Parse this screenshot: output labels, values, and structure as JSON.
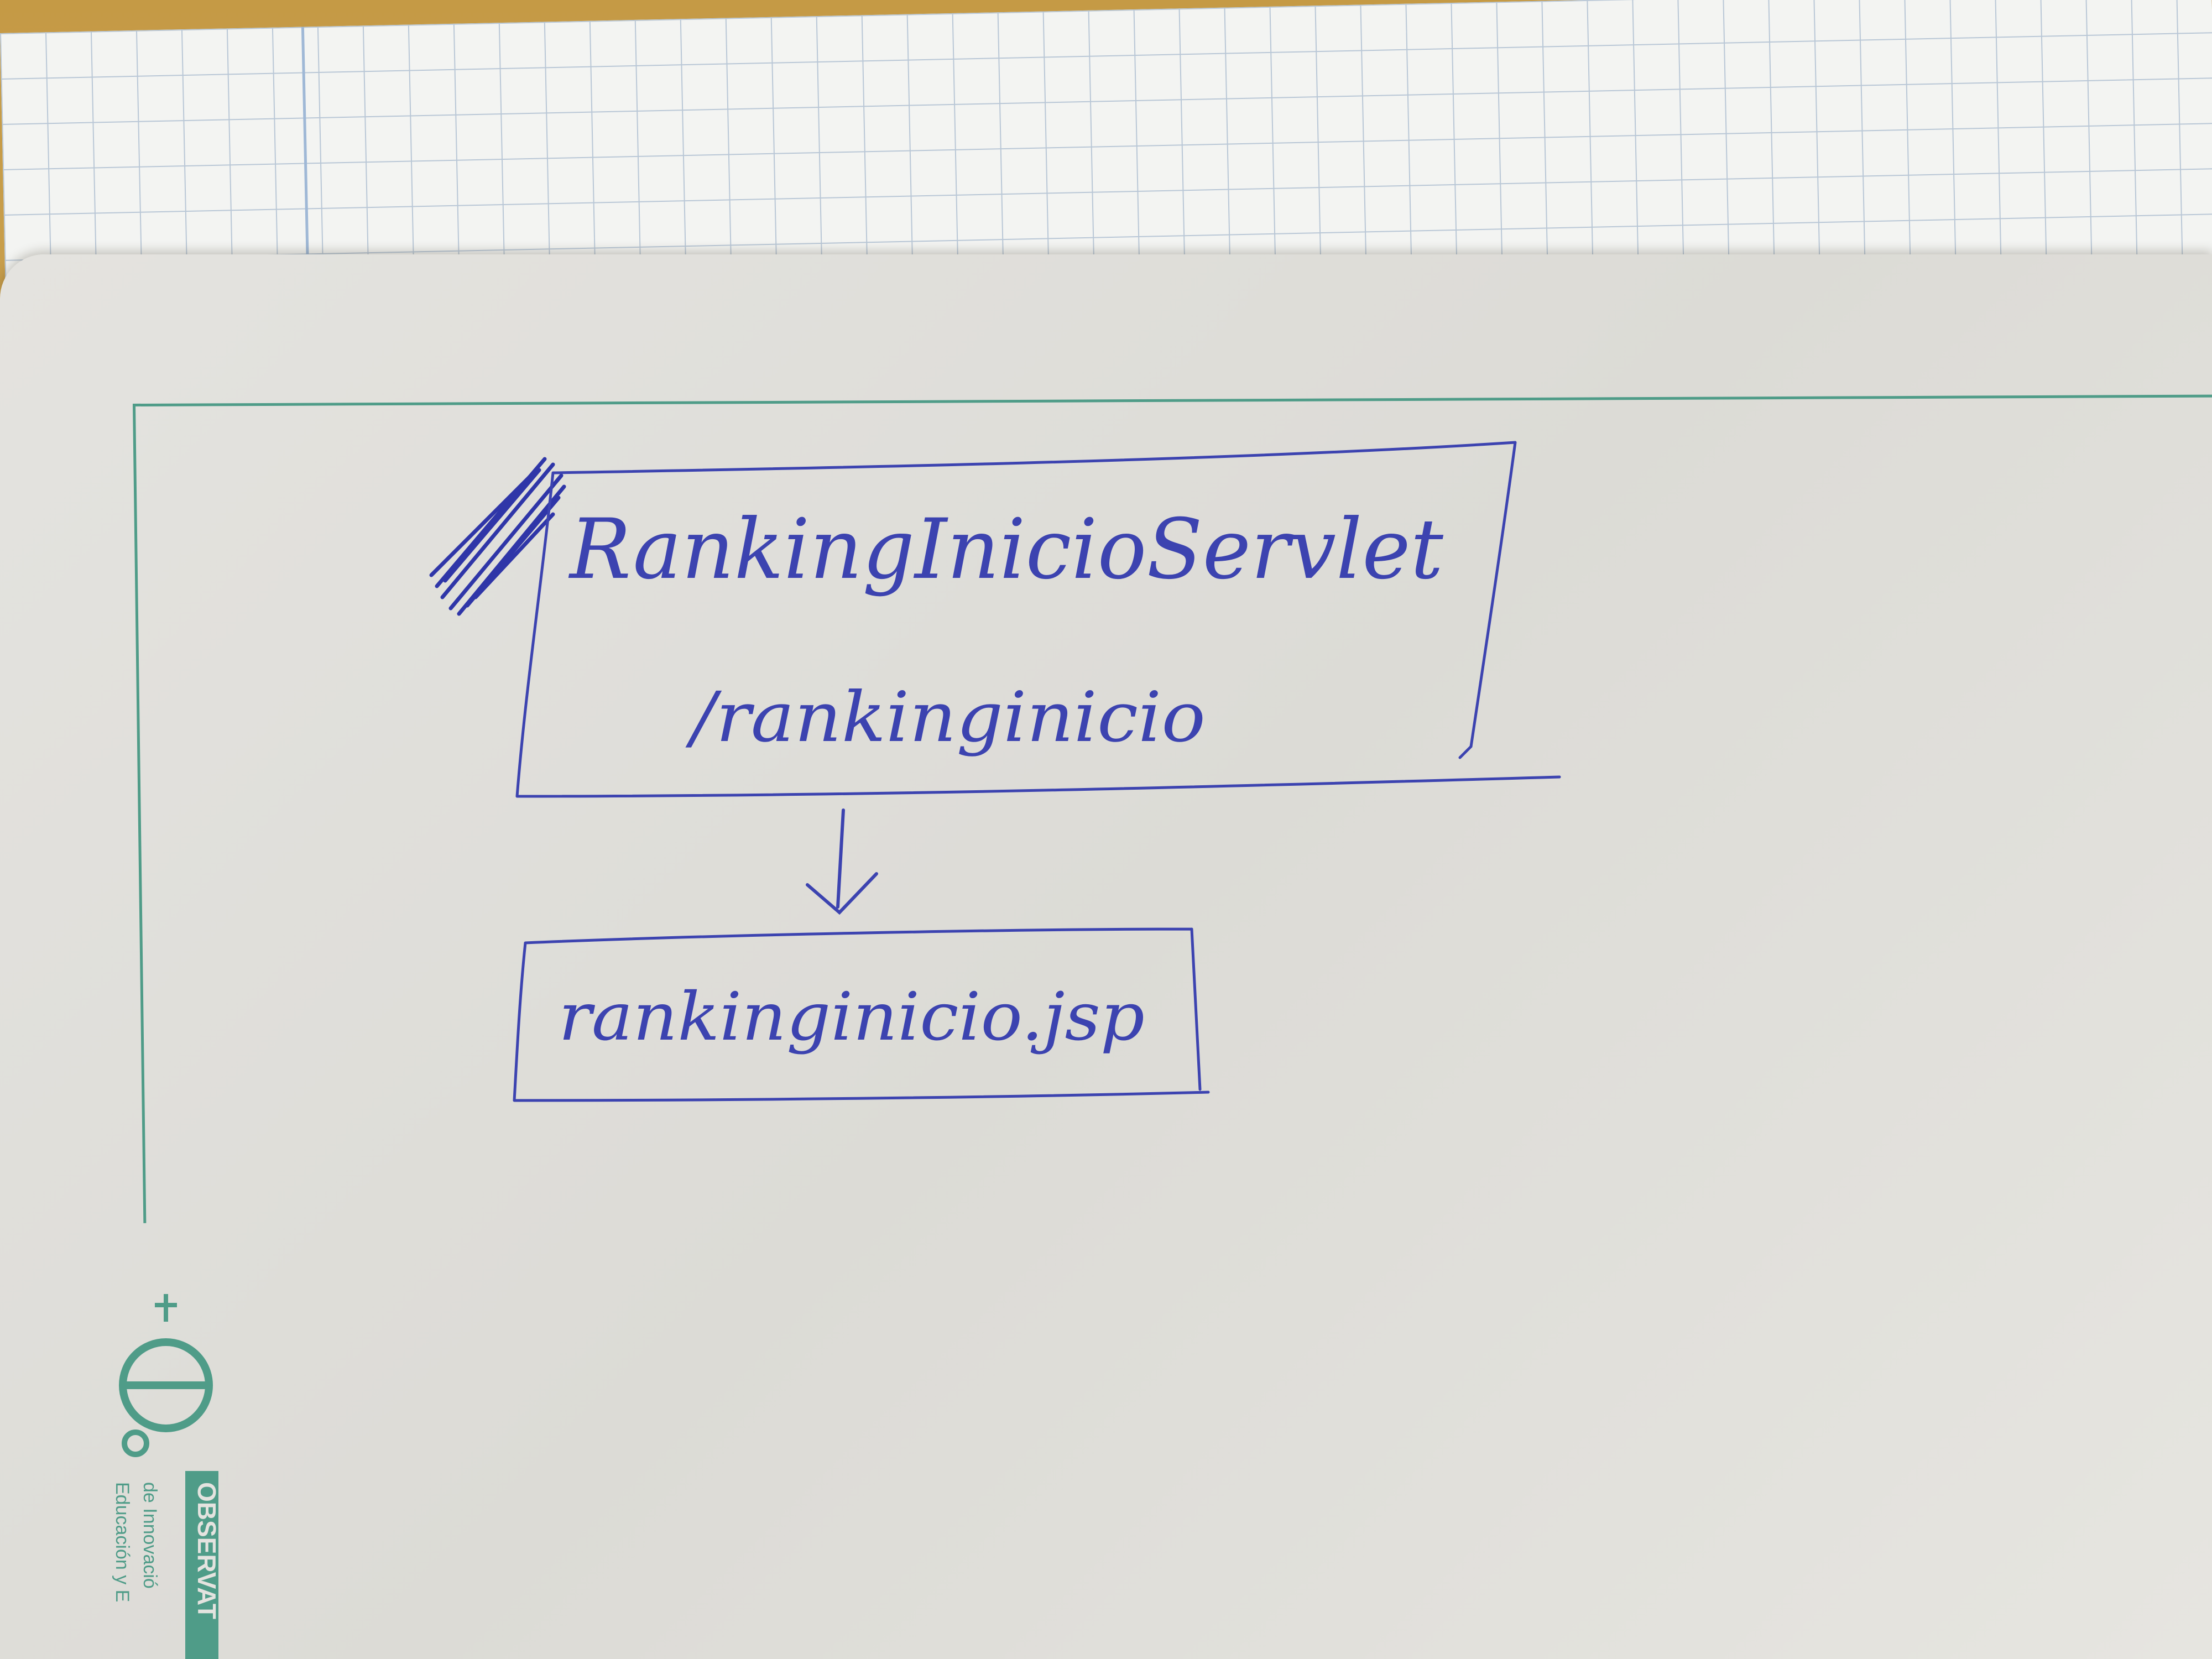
{
  "diagram": {
    "nodes": [
      {
        "id": "servlet",
        "label": "RankingInicioServlet",
        "sublabel": "/rankinginicio"
      },
      {
        "id": "jsp",
        "label": "rankinginicio.jsp"
      }
    ],
    "edges": [
      {
        "from": "servlet",
        "to": "jsp"
      }
    ]
  },
  "colors": {
    "ink": "#3c43b0",
    "sheet_border": "#4f9c88"
  },
  "logo": {
    "text": "OBSERVATORIO de Innovación Educación y E"
  }
}
